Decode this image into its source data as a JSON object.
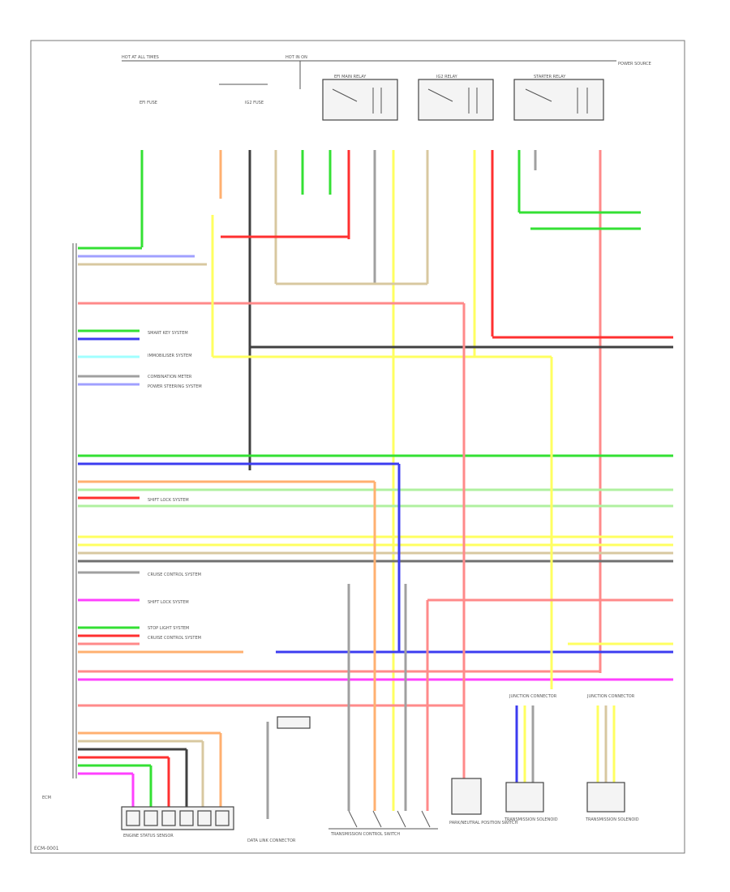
{
  "diagram": {
    "corner_code": "ECM-0001",
    "colors": {
      "green": "#34e034",
      "blue": "#3c3cf0",
      "light_blue": "#a0a0ff",
      "tan": "#d8c8a0",
      "pink": "#ff8a8a",
      "red": "#ff3030",
      "yellow": "#ffff60",
      "gray": "#a0a0a0",
      "black": "#404040",
      "orange": "#ffb070",
      "magenta": "#ff40ff",
      "light_green": "#b0f0a0",
      "frame": "#777777"
    },
    "labels": {
      "hot_top_left": "HOT AT ALL TIMES",
      "hot_top_mid": "HOT IN ON",
      "relay_1": "EFI MAIN RELAY",
      "relay_2": "IG2 RELAY",
      "relay_3": "STARTER RELAY",
      "fuse_left": "EFI FUSE",
      "fuse_mid": "IG2 FUSE",
      "ecm": "ECM",
      "right_note": "POWER SOURCE",
      "bottom_1": "ENGINE STATUS SENSOR",
      "bottom_2": "DATA LINK CONNECTOR",
      "bottom_3": "TRANSMISSION CONTROL SWITCH",
      "bottom_4": "PARK/NEUTRAL POSITION SWITCH",
      "bottom_5": "TRANSMISSION SOLENOID",
      "bottom_6": "TRANSMISSION SOLENOID",
      "sys_1": "SMART KEY SYSTEM",
      "sys_2": "IMMOBILISER SYSTEM",
      "sys_3": "COMBINATION METER",
      "sys_4": "POWER STEERING SYSTEM",
      "sys_5": "SHIFT LOCK SYSTEM",
      "sys_6": "CRUISE CONTROL SYSTEM",
      "sys_7": "SHIFT LOCK SYSTEM",
      "sys_8": "STOP LIGHT SYSTEM",
      "sys_9": "CRUISE CONTROL SYSTEM",
      "junction_1": "JUNCTION CONNECTOR",
      "junction_2": "JUNCTION CONNECTOR"
    }
  }
}
